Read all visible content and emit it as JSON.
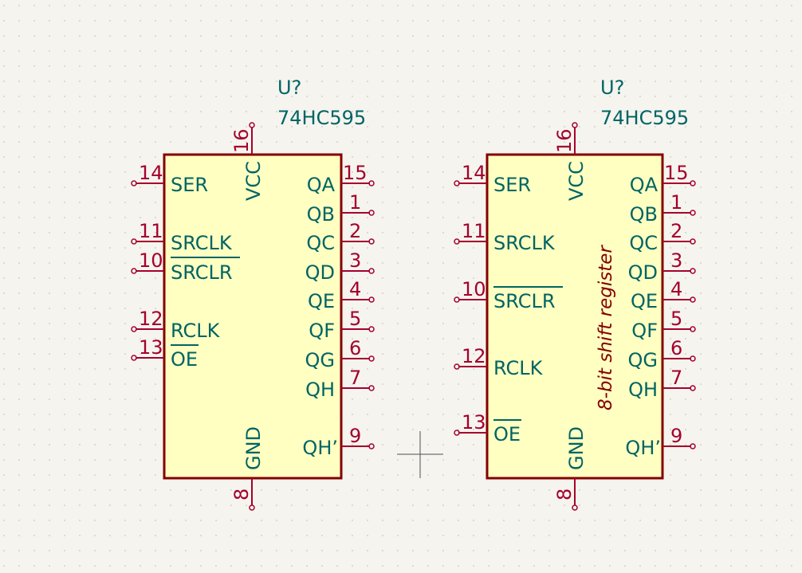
{
  "symbols": [
    {
      "reference": "U?",
      "value": "74HC595",
      "pins": [
        {
          "num": "14",
          "name": "SER"
        },
        {
          "num": "11",
          "name": "SRCLK"
        },
        {
          "num": "10",
          "name": "SRCLR"
        },
        {
          "num": "12",
          "name": "RCLK"
        },
        {
          "num": "13",
          "name": "OE"
        },
        {
          "num": "16",
          "name": "VCC"
        },
        {
          "num": "8",
          "name": "GND"
        },
        {
          "num": "15",
          "name": "QA"
        },
        {
          "num": "1",
          "name": "QB"
        },
        {
          "num": "2",
          "name": "QC"
        },
        {
          "num": "3",
          "name": "QD"
        },
        {
          "num": "4",
          "name": "QE"
        },
        {
          "num": "5",
          "name": "QF"
        },
        {
          "num": "6",
          "name": "QG"
        },
        {
          "num": "7",
          "name": "QH"
        },
        {
          "num": "9",
          "name": "QH’"
        }
      ]
    },
    {
      "reference": "U?",
      "value": "74HC595",
      "description": "8-bit shift register",
      "pins": [
        {
          "num": "14",
          "name": "SER"
        },
        {
          "num": "11",
          "name": "SRCLK"
        },
        {
          "num": "10",
          "name": "SRCLR"
        },
        {
          "num": "12",
          "name": "RCLK"
        },
        {
          "num": "13",
          "name": "OE"
        },
        {
          "num": "16",
          "name": "VCC"
        },
        {
          "num": "8",
          "name": "GND"
        },
        {
          "num": "15",
          "name": "QA"
        },
        {
          "num": "1",
          "name": "QB"
        },
        {
          "num": "2",
          "name": "QC"
        },
        {
          "num": "3",
          "name": "QD"
        },
        {
          "num": "4",
          "name": "QE"
        },
        {
          "num": "5",
          "name": "QF"
        },
        {
          "num": "6",
          "name": "QG"
        },
        {
          "num": "7",
          "name": "QH"
        },
        {
          "num": "9",
          "name": "QH’"
        }
      ]
    }
  ],
  "colors": {
    "background": "#f5f4ef",
    "grid_dot": "#c9c8c0",
    "body_fill": "#ffffc2",
    "body_stroke": "#840000",
    "pin": "#a5002b",
    "label": "#006464"
  }
}
